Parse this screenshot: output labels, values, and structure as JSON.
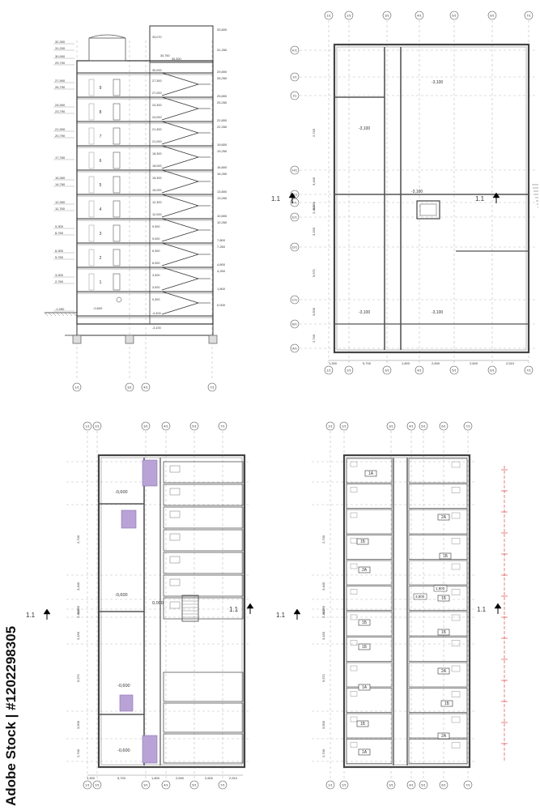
{
  "section": {
    "elevations": [
      "32,300",
      "31,200",
      "30,900",
      "29,700",
      "27,900",
      "26,790",
      "24,900",
      "23,790",
      "21,900",
      "20,790",
      "17,760",
      "15,300",
      "14,760",
      "12,300",
      "11,760",
      "9,300",
      "8,760",
      "6,300",
      "5,760",
      "3,300",
      "2,760",
      "-1,050"
    ],
    "right_elevations": [
      "33,800",
      "31,260",
      "29,800",
      "28,260",
      "25,800",
      "25,260",
      "22,800",
      "22,260",
      "19,800",
      "19,260",
      "16,800",
      "16,260",
      "13,800",
      "13,260",
      "10,800",
      "10,260",
      "7,800",
      "7,260",
      "4,800",
      "4,260",
      "1,800",
      "0,000"
    ],
    "inner_elevations": [
      "33,070",
      "30,750",
      "30,300",
      "30,000",
      "27,300",
      "27,000",
      "24,300",
      "24,000",
      "21,300",
      "21,000",
      "18,300",
      "18,000",
      "15,300",
      "15,000",
      "12,300",
      "12,000",
      "9,300",
      "9,000",
      "6,300",
      "6,000",
      "3,300",
      "3,000",
      "0,300",
      "-0,400",
      "-3,100"
    ],
    "floors": [
      "9",
      "8",
      "7",
      "6",
      "5",
      "4",
      "3",
      "2",
      "1"
    ],
    "ground_level": "-0,600",
    "axes": [
      "1/1",
      "3/1",
      "4/1",
      "7/1"
    ]
  },
  "basement": {
    "top_axes": [
      "1/1",
      "2/1",
      "3/1",
      "4/1",
      "5/1",
      "6/1",
      "7/1"
    ],
    "left_axes": [
      "A/1",
      "B/1",
      "C/1",
      "D/1",
      "E/1",
      "F/1",
      "G/1",
      "H/1",
      "I/1",
      "J/1",
      "K/1"
    ],
    "dims_left": [
      "2,740",
      "3,500",
      "9,571",
      "3,150",
      "2,440",
      "9,380",
      "3,440",
      "2,740"
    ],
    "dims_bottom": [
      "1,300",
      "5,700",
      "1,800",
      "2,690",
      "2,600",
      "2,510"
    ],
    "levels": [
      "-3,100",
      "-3,100",
      "-3,100",
      "-3,100",
      "-3,100"
    ],
    "section_mark": "1.1"
  },
  "ground": {
    "top_axes": [
      "1/1",
      "2/1",
      "3/1",
      "4/1",
      "5/1",
      "7/1"
    ],
    "levels": [
      "-0,600",
      "-0,600",
      "0,000",
      "-0,600",
      "-0,600"
    ],
    "dims_left": [
      "2,740",
      "3,500",
      "9,571",
      "3,150",
      "2,440",
      "9,380",
      "3,440",
      "2,740"
    ],
    "dims_bottom": [
      "1,300",
      "5,700",
      "1,800",
      "2,690",
      "2,600",
      "2,510"
    ],
    "section_mark": "1.1",
    "accent_color": "#b9a3d6"
  },
  "typical": {
    "top_axes": [
      "1/1",
      "2/1",
      "3/1",
      "4/1",
      "5/1",
      "6/1",
      "7/1"
    ],
    "apartments": [
      "1A",
      "2A",
      "1Б",
      "1Б",
      "2A",
      "1Б",
      "1Б",
      "1Б",
      "1Б",
      "2A",
      "1A",
      "1Б",
      "1Б",
      "2A",
      "1A"
    ],
    "levels": [
      "3,800",
      "1,800"
    ],
    "dims_left": [
      "2,740",
      "3,500",
      "9,571",
      "3,150",
      "2,440",
      "9,380",
      "3,440",
      "2,740"
    ],
    "section_mark": "1.1",
    "red_color": "#d23030"
  },
  "watermark": "Adobe Stock | #1202298305"
}
